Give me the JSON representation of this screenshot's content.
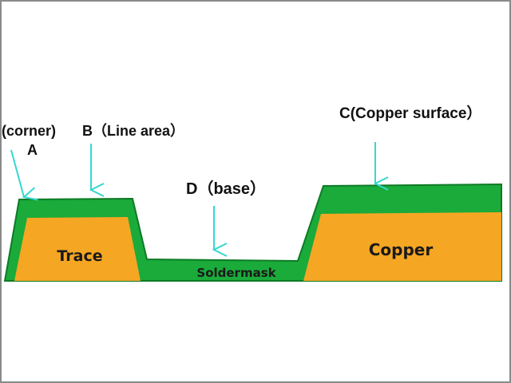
{
  "labels": {
    "corner": "(corner)",
    "corner_letter": "A",
    "line_area": "B（Line area）",
    "base": "D（base）",
    "copper_surface": "C(Copper surface）",
    "trace": "Trace",
    "soldermask": "Soldermask",
    "copper": "Copper"
  },
  "colors": {
    "soldermask_green": "#1aab3a",
    "soldermask_outline": "#0e7a26",
    "copper_orange": "#f5a623",
    "arrow_cyan": "#34d8d0"
  }
}
